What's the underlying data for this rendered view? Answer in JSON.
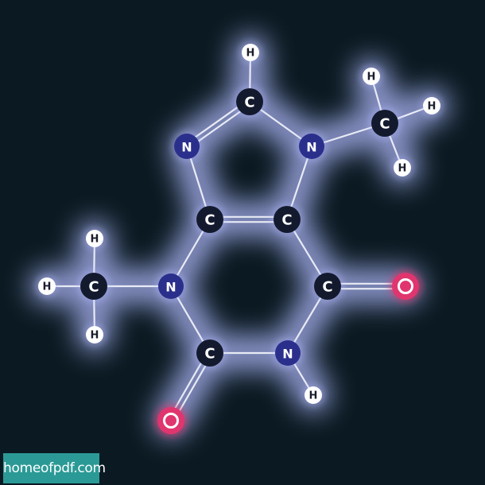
{
  "atoms": [
    {
      "id": "h-c8",
      "element": "H"
    },
    {
      "id": "c8",
      "element": "C"
    },
    {
      "id": "n7",
      "element": "N"
    },
    {
      "id": "n9",
      "element": "N"
    },
    {
      "id": "c-methyl-9",
      "element": "C"
    },
    {
      "id": "h-m9-a",
      "element": "H"
    },
    {
      "id": "h-m9-b",
      "element": "H"
    },
    {
      "id": "h-m9-c",
      "element": "H"
    },
    {
      "id": "c5",
      "element": "C"
    },
    {
      "id": "c4",
      "element": "C"
    },
    {
      "id": "n3",
      "element": "N"
    },
    {
      "id": "c6",
      "element": "C"
    },
    {
      "id": "o6",
      "element": "O"
    },
    {
      "id": "c2",
      "element": "C"
    },
    {
      "id": "n1",
      "element": "N"
    },
    {
      "id": "h-n1",
      "element": "H"
    },
    {
      "id": "o2",
      "element": "O"
    },
    {
      "id": "c-methyl-3",
      "element": "C"
    },
    {
      "id": "h-m3-a",
      "element": "H"
    },
    {
      "id": "h-m3-b",
      "element": "H"
    },
    {
      "id": "h-m3-c",
      "element": "H"
    }
  ],
  "bonds": [
    {
      "from": "h-c8",
      "to": "c8",
      "order": 1
    },
    {
      "from": "c8",
      "to": "n7",
      "order": 2
    },
    {
      "from": "c8",
      "to": "n9",
      "order": 1
    },
    {
      "from": "n9",
      "to": "c-methyl-9",
      "order": 1
    },
    {
      "from": "c-methyl-9",
      "to": "h-m9-a",
      "order": 1
    },
    {
      "from": "c-methyl-9",
      "to": "h-m9-b",
      "order": 1
    },
    {
      "from": "c-methyl-9",
      "to": "h-m9-c",
      "order": 1
    },
    {
      "from": "n7",
      "to": "c5",
      "order": 1
    },
    {
      "from": "n9",
      "to": "c4",
      "order": 1
    },
    {
      "from": "c5",
      "to": "c4",
      "order": 2
    },
    {
      "from": "c5",
      "to": "n3",
      "order": 1
    },
    {
      "from": "c4",
      "to": "c6",
      "order": 1
    },
    {
      "from": "c6",
      "to": "o6",
      "order": 2
    },
    {
      "from": "c6",
      "to": "n1",
      "order": 1
    },
    {
      "from": "n1",
      "to": "h-n1",
      "order": 1
    },
    {
      "from": "n1",
      "to": "c2",
      "order": 1
    },
    {
      "from": "c2",
      "to": "n3",
      "order": 1
    },
    {
      "from": "c2",
      "to": "o2",
      "order": 2
    },
    {
      "from": "n3",
      "to": "c-methyl-3",
      "order": 1
    },
    {
      "from": "c-methyl-3",
      "to": "h-m3-a",
      "order": 1
    },
    {
      "from": "c-methyl-3",
      "to": "h-m3-b",
      "order": 1
    },
    {
      "from": "c-methyl-3",
      "to": "h-m3-c",
      "order": 1
    }
  ],
  "colors": {
    "background": "#0b1a22",
    "carbon_fill": "#141a2e",
    "nitrogen_fill": "#2b2f8c",
    "oxygen_fill": "#e0356e",
    "hydrogen_fill": "#ffffff",
    "hydrogen_text": "#1a1d2a",
    "heavy_text": "#ffffff",
    "bond": "#e8ebf5",
    "glow": "#b4bcff",
    "watermark_bg": "#2b9a96"
  },
  "watermark": {
    "text": "homeofpdf.com"
  }
}
